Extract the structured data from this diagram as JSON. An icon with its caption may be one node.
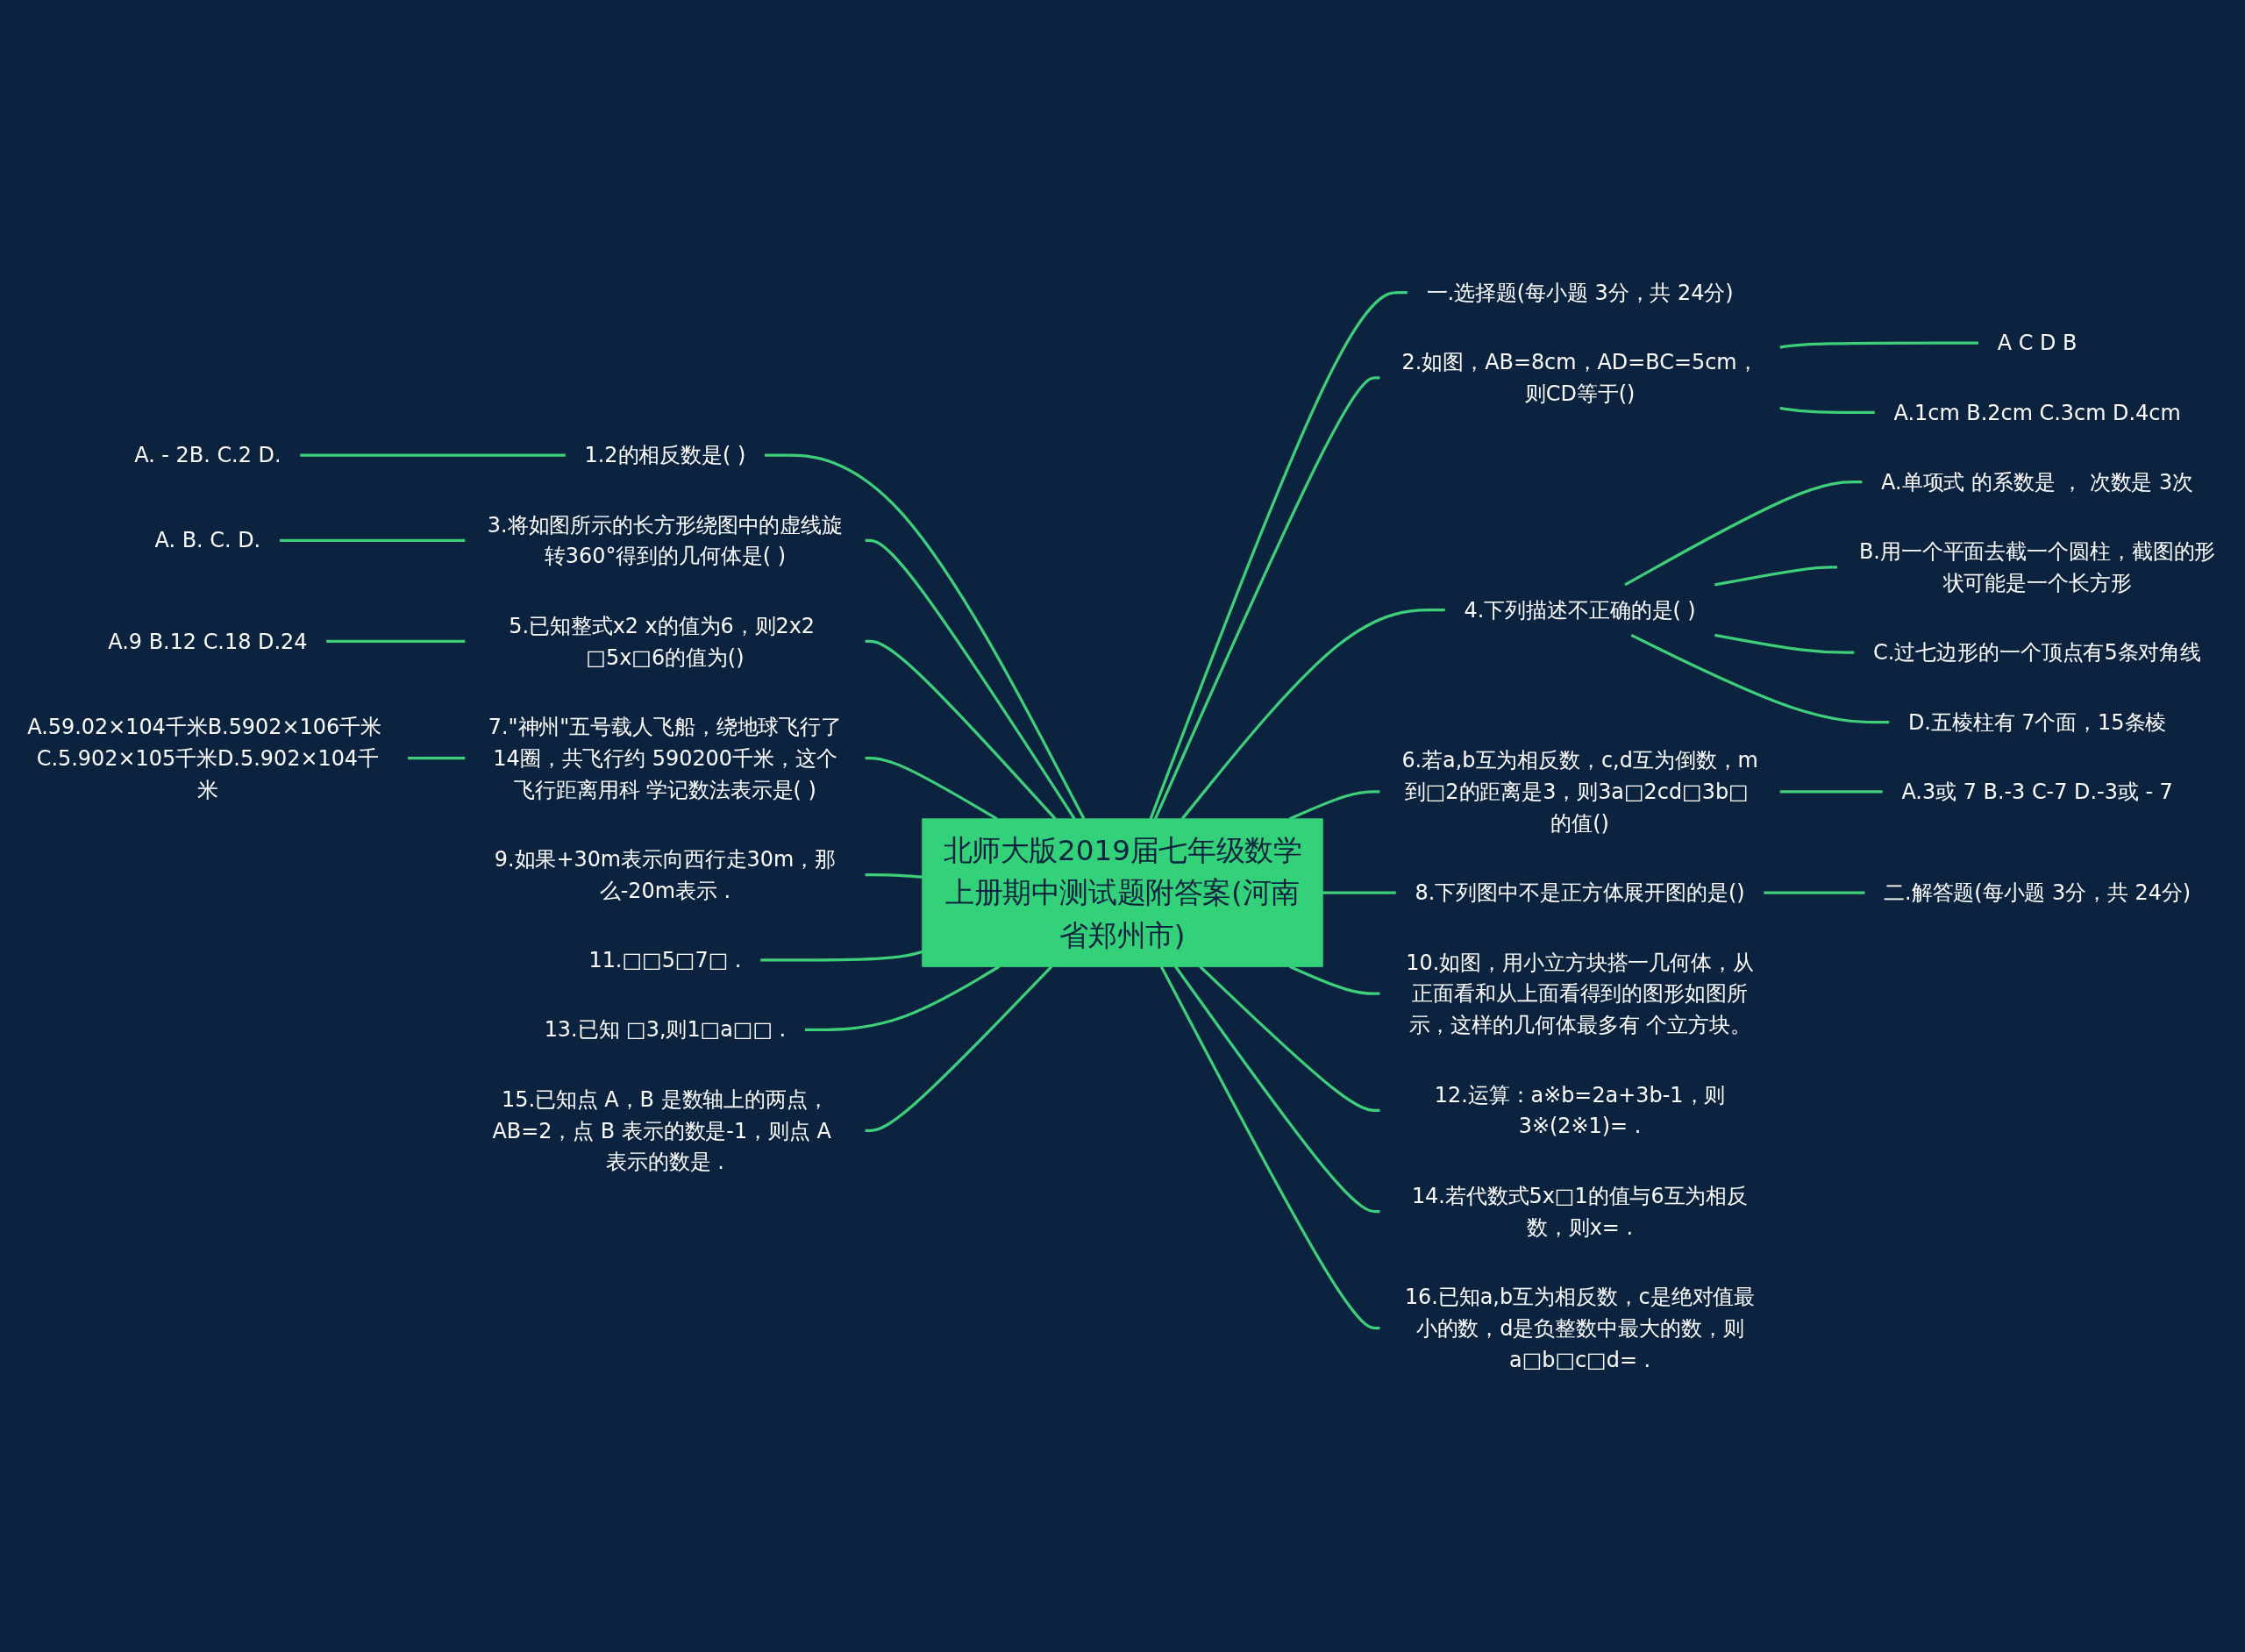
{
  "diagram": {
    "nodes": [
      {
        "text": [
          "北师大版2019届七年级数学上册期中测试题附答案(河南省郑州市)"
        ]
      },
      {
        "text": [
          "1.2的相反数是( )"
        ]
      },
      {
        "text": [
          "A. - 2B. C.2 D."
        ]
      },
      {
        "text": [
          "3.将如图所示的长方形绕图中的虚线旋转360°得到的几何体是( )"
        ]
      },
      {
        "text": [
          "A. B. C. D."
        ]
      },
      {
        "text": [
          "5.已知整式x2 x的值为6，则2x2 □5x□6的值为()"
        ]
      },
      {
        "text": [
          "A.9 B.12 C.18 D.24"
        ]
      },
      {
        "text": [
          "7.\"神州\"五号载人飞船，绕地球飞行了14圈，共飞行约 590200千米，这个飞行距离用科 学记数法表示是( )"
        ]
      },
      {
        "text": [
          "A.59.02×104千米B.5902×106千米 C.5.902×105千米D.5.902×104千米"
        ]
      },
      {
        "text": [
          "9.如果+30m表示向西行走30m，那么-20m表示 ."
        ]
      },
      {
        "text": [
          "11.□□5□7□ ."
        ]
      },
      {
        "text": [
          "13.已知 □3,则1□a□□ ."
        ]
      },
      {
        "text": [
          "15.已知点 A，B 是数轴上的两点，AB=2，点 B 表示的数是-1，则点 A 表示的数是 ."
        ]
      },
      {
        "text": [
          "一.选择题(每小题 3分，共 24分)"
        ]
      },
      {
        "text": [
          "2.如图，AB=8cm，AD=BC=5cm，则CD等于()"
        ]
      },
      {
        "text": [
          "A C D B"
        ]
      },
      {
        "text": [
          "A.1cm B.2cm C.3cm D.4cm"
        ]
      },
      {
        "text": [
          "4.下列描述不正确的是( )"
        ]
      },
      {
        "text": [
          "A.单项式 的系数是 ， 次数是 3次"
        ]
      },
      {
        "text": [
          "B.用一个平面去截一个圆柱，截图的形状可能是一个长方形"
        ]
      },
      {
        "text": [
          "C.过七边形的一个顶点有5条对角线"
        ]
      },
      {
        "text": [
          "D.五棱柱有 7个面，15条棱"
        ]
      },
      {
        "text": [
          "6.若a,b互为相反数，c,d互为倒数，m到□2的距离是3，则3a□2cd□3b□ 的值()"
        ]
      },
      {
        "text": [
          "A.3或 7 B.-3 C-7 D.-3或 - 7"
        ]
      },
      {
        "text": [
          "8.下列图中不是正方体展开图的是()"
        ]
      },
      {
        "text": [
          "二.解答题(每小题 3分，共 24分)"
        ]
      },
      {
        "text": [
          "10.如图，用小立方块搭一几何体，从正面看和从上面看得到的图形如图所示，这样的几何体最多有 个立方块。"
        ]
      },
      {
        "text": [
          "12.运算：a※b=2a+3b-1，则3※(2※1)= ."
        ]
      },
      {
        "text": [
          "14.若代数式5x□1的值与6互为相反数，则x= ."
        ]
      },
      {
        "text": [
          "16.已知a,b互为相反数，c是绝对值最小的数，d是负整数中最大的数，则a□b□c□d= ."
        ]
      }
    ],
    "edges": [
      {
        "from": 0,
        "to": 1,
        "arrow": "none"
      },
      {
        "from": 1,
        "to": 2,
        "arrow": "none"
      },
      {
        "from": 0,
        "to": 3,
        "arrow": "none"
      },
      {
        "from": 3,
        "to": 4,
        "arrow": "none"
      },
      {
        "from": 0,
        "to": 5,
        "arrow": "none"
      },
      {
        "from": 5,
        "to": 6,
        "arrow": "none"
      },
      {
        "from": 0,
        "to": 7,
        "arrow": "none"
      },
      {
        "from": 7,
        "to": 8,
        "arrow": "none"
      },
      {
        "from": 0,
        "to": 9,
        "arrow": "none"
      },
      {
        "from": 0,
        "to": 10,
        "arrow": "none"
      },
      {
        "from": 0,
        "to": 11,
        "arrow": "none"
      },
      {
        "from": 0,
        "to": 12,
        "arrow": "none"
      },
      {
        "from": 0,
        "to": 13,
        "arrow": "none"
      },
      {
        "from": 0,
        "to": 14,
        "arrow": "none"
      },
      {
        "from": 14,
        "to": 15,
        "arrow": "none"
      },
      {
        "from": 14,
        "to": 16,
        "arrow": "none"
      },
      {
        "from": 0,
        "to": 17,
        "arrow": "none"
      },
      {
        "from": 17,
        "to": 18,
        "arrow": "none"
      },
      {
        "from": 17,
        "to": 19,
        "arrow": "none"
      },
      {
        "from": 17,
        "to": 20,
        "arrow": "none"
      },
      {
        "from": 17,
        "to": 21,
        "arrow": "none"
      },
      {
        "from": 0,
        "to": 22,
        "arrow": "none"
      },
      {
        "from": 22,
        "to": 23,
        "arrow": "none"
      },
      {
        "from": 0,
        "to": 24,
        "arrow": "none"
      },
      {
        "from": 24,
        "to": 25,
        "arrow": "none"
      },
      {
        "from": 0,
        "to": 26,
        "arrow": "none"
      },
      {
        "from": 0,
        "to": 27,
        "arrow": "none"
      },
      {
        "from": 0,
        "to": 28,
        "arrow": "none"
      },
      {
        "from": 0,
        "to": 29,
        "arrow": "none"
      }
    ]
  }
}
